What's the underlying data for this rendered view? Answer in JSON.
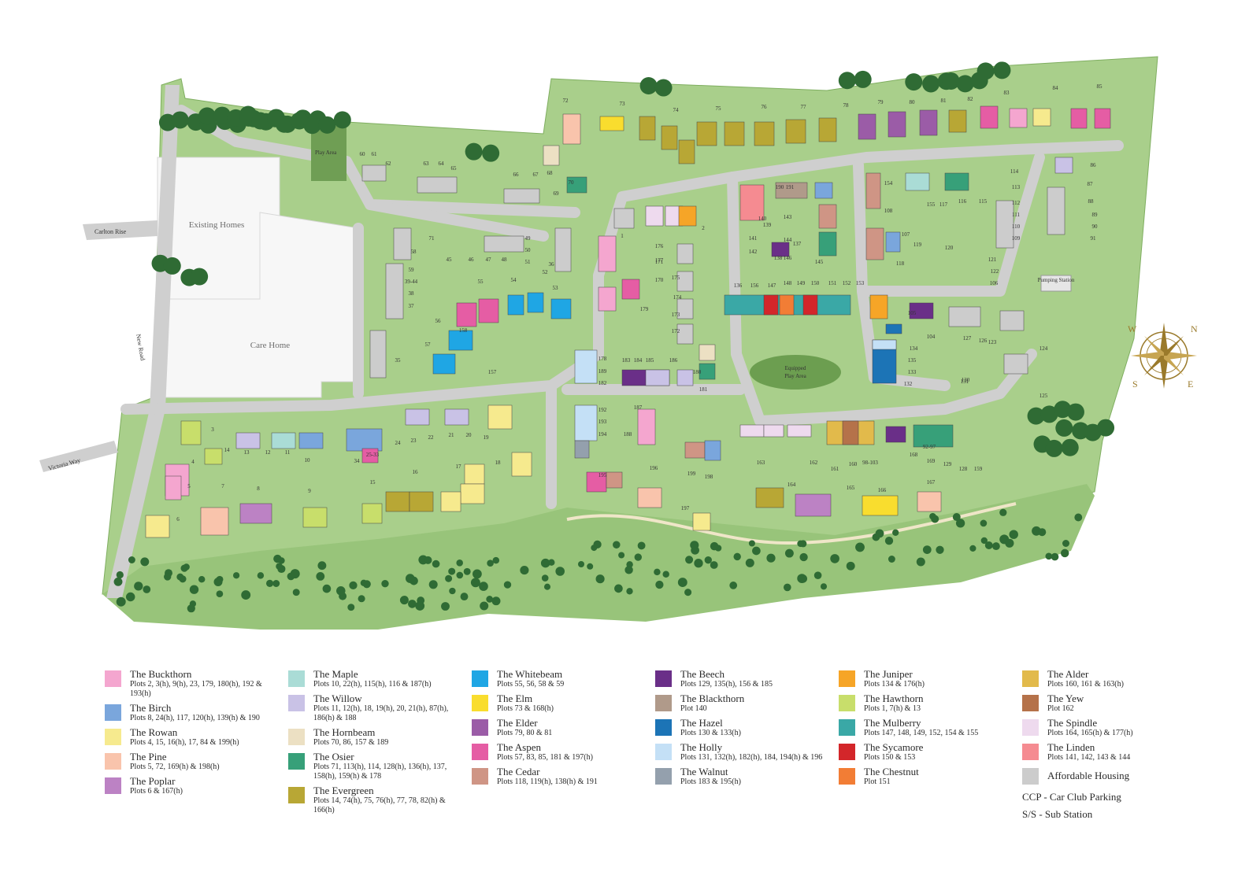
{
  "map": {
    "labels": {
      "existing_homes": "Existing Homes",
      "care_home": "Care Home",
      "play_area": "Play Area",
      "equipped_play_area_1": "Equipped",
      "equipped_play_area_2": "Play Area",
      "pumping_station": "Pumping Station",
      "carlton_rise": "Carlton Rise",
      "new_road": "New Road",
      "victoria_way": "Victoria Way"
    },
    "compass": {
      "n": "N",
      "e": "E",
      "s": "S",
      "w": "W"
    },
    "plot_numbers": [
      "72",
      "73",
      "74",
      "75",
      "76",
      "77",
      "78",
      "79",
      "80",
      "81",
      "82",
      "83",
      "84",
      "85",
      "86",
      "87",
      "88",
      "89",
      "90",
      "91",
      "60",
      "61",
      "62",
      "63",
      "64",
      "65",
      "66",
      "67",
      "68",
      "69",
      "70",
      "71",
      "45",
      "46",
      "47",
      "48",
      "49",
      "50",
      "51",
      "52",
      "53",
      "54",
      "55",
      "56",
      "57",
      "58",
      "59",
      "39-44",
      "38",
      "37",
      "36",
      "35",
      "34",
      "25-33",
      "24",
      "23",
      "22",
      "21",
      "20",
      "19",
      "18",
      "17",
      "16",
      "15",
      "14",
      "13",
      "12",
      "11",
      "10",
      "9",
      "8",
      "7",
      "6",
      "5",
      "4",
      "3",
      "2",
      "1",
      "176",
      "177",
      "175",
      "174",
      "173",
      "172",
      "171",
      "170",
      "179",
      "180",
      "181",
      "178",
      "189",
      "182",
      "183",
      "184",
      "185",
      "186",
      "187",
      "188",
      "192",
      "193",
      "194",
      "195",
      "196",
      "197",
      "198",
      "199",
      "190",
      "191",
      "140",
      "139",
      "141",
      "142",
      "143",
      "144",
      "145",
      "146",
      "138",
      "137",
      "136",
      "156",
      "147",
      "148",
      "149",
      "150",
      "151",
      "152",
      "153",
      "154",
      "155",
      "117",
      "116",
      "115",
      "114",
      "113",
      "112",
      "111",
      "110",
      "109",
      "108",
      "107",
      "118",
      "119",
      "120",
      "121",
      "122",
      "106",
      "105",
      "104",
      "134",
      "135",
      "133",
      "132",
      "131",
      "130",
      "127",
      "126",
      "123",
      "124",
      "125",
      "92-97",
      "98-103",
      "160",
      "161",
      "162",
      "163",
      "164",
      "165",
      "166",
      "167",
      "168",
      "169",
      "129",
      "128",
      "159",
      "158",
      "157"
    ]
  },
  "legend": {
    "columns": [
      [
        {
          "name": "The Buckthorn",
          "plots": "Plots 2, 3(h), 9(h), 23, 179, 180(h), 192 & 193(h)",
          "color": "#f4a6cf"
        },
        {
          "name": "The Birch",
          "plots": "Plots 8, 24(h), 117, 120(h), 139(h) & 190",
          "color": "#7aa6dc"
        },
        {
          "name": "The Rowan",
          "plots": "Plots 4, 15, 16(h), 17, 84 & 199(h)",
          "color": "#f6ea8e"
        },
        {
          "name": "The Pine",
          "plots": "Plots 5, 72, 169(h) & 198(h)",
          "color": "#f9c4ac"
        },
        {
          "name": "The Poplar",
          "plots": "Plots 6 & 167(h)",
          "color": "#bc82c4"
        }
      ],
      [
        {
          "name": "The Maple",
          "plots": "Plots 10, 22(h), 115(h), 116 & 187(h)",
          "color": "#aadcd6"
        },
        {
          "name": "The Willow",
          "plots": "Plots 11, 12(h), 18, 19(h), 20, 21(h), 87(h), 186(h) & 188",
          "color": "#c9c2e6"
        },
        {
          "name": "The Hornbeam",
          "plots": "Plots 70, 86, 157 & 189",
          "color": "#ece0c3"
        },
        {
          "name": "The Osier",
          "plots": "Plots 71, 113(h), 114, 128(h), 136(h), 137, 158(h), 159(h) & 178",
          "color": "#37a079"
        },
        {
          "name": "The Evergreen",
          "plots": "Plots 14, 74(h), 75, 76(h), 77, 78, 82(h) & 166(h)",
          "color": "#b8a735"
        }
      ],
      [
        {
          "name": "The Whitebeam",
          "plots": "Plots 55, 56, 58 & 59",
          "color": "#1fa6e4"
        },
        {
          "name": "The Elm",
          "plots": "Plots 73 & 168(h)",
          "color": "#f9dd2e"
        },
        {
          "name": "The Elder",
          "plots": "Plots 79, 80 & 81",
          "color": "#9b5ca7"
        },
        {
          "name": "The Aspen",
          "plots": "Plots 57, 83, 85, 181 & 197(h)",
          "color": "#e55da4"
        },
        {
          "name": "The Cedar",
          "plots": "Plots 118, 119(h), 138(h) & 191",
          "color": "#cf9585"
        }
      ],
      [
        {
          "name": "The Beech",
          "plots": "Plots 129, 135(h), 156 & 185",
          "color": "#6a2f88"
        },
        {
          "name": "The Blackthorn",
          "plots": "Plot 140",
          "color": "#b09a8a"
        },
        {
          "name": "The Hazel",
          "plots": "Plots 130 & 133(h)",
          "color": "#1c74b6"
        },
        {
          "name": "The Holly",
          "plots": "Plots 131, 132(h), 182(h), 184, 194(h) & 196",
          "color": "#c4e0f6"
        },
        {
          "name": "The Walnut",
          "plots": "Plots 183 & 195(h)",
          "color": "#94a0ad"
        }
      ],
      [
        {
          "name": "The Juniper",
          "plots": "Plots 134 & 176(h)",
          "color": "#f6a527"
        },
        {
          "name": "The Hawthorn",
          "plots": "Plots 1, 7(h) & 13",
          "color": "#c8de6b"
        },
        {
          "name": "The Mulberry",
          "plots": "Plots 147, 148, 149, 152, 154 & 155",
          "color": "#3aa8a6"
        },
        {
          "name": "The Sycamore",
          "plots": "Plots 150 & 153",
          "color": "#d3262a"
        },
        {
          "name": "The Chestnut",
          "plots": "Plot 151",
          "color": "#f27d35"
        }
      ],
      [
        {
          "name": "The Alder",
          "plots": "Plots 160, 161 & 163(h)",
          "color": "#e2ba4b"
        },
        {
          "name": "The Yew",
          "plots": "Plot 162",
          "color": "#b5724a"
        },
        {
          "name": "The Spindle",
          "plots": "Plots 164, 165(h) & 177(h)",
          "color": "#eedaee"
        },
        {
          "name": "The Linden",
          "plots": "Plots 141, 142, 143 & 144",
          "color": "#f58b91"
        },
        {
          "name": "Affordable Housing",
          "plots": "",
          "color": "#cccccc"
        }
      ]
    ],
    "notes": {
      "ccp": "CCP - Car Club Parking",
      "ss": "S/S - Sub Station"
    }
  },
  "colors": {
    "grass": "#a9cf8b",
    "grass_dark": "#8fbf6f",
    "road": "#c9c9c9",
    "tree": "#2f6b34",
    "gold": "#9a7a2b"
  }
}
